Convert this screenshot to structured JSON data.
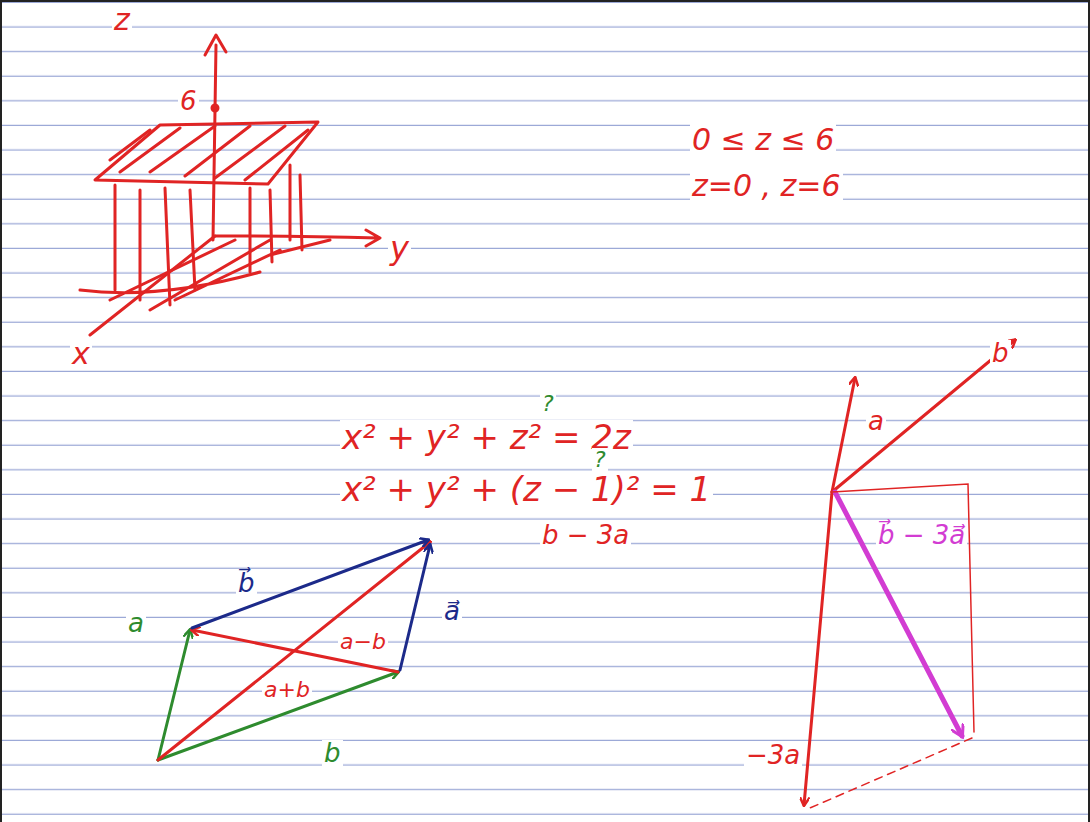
{
  "diagram": {
    "labels": [
      "z",
      "6",
      "y",
      "x",
      "0 ≤ z ≤ 6",
      "z=0 , z=6",
      "?",
      "x² + y² + z² = 2z",
      "?",
      "x² + y² + (z − 1)² = 1",
      "b − 3a",
      "b⃗",
      "a⃗",
      "a",
      "a+b",
      "a−b",
      "b",
      "a",
      "b",
      "b⃗ − 3a⃗",
      "−3a"
    ]
  }
}
